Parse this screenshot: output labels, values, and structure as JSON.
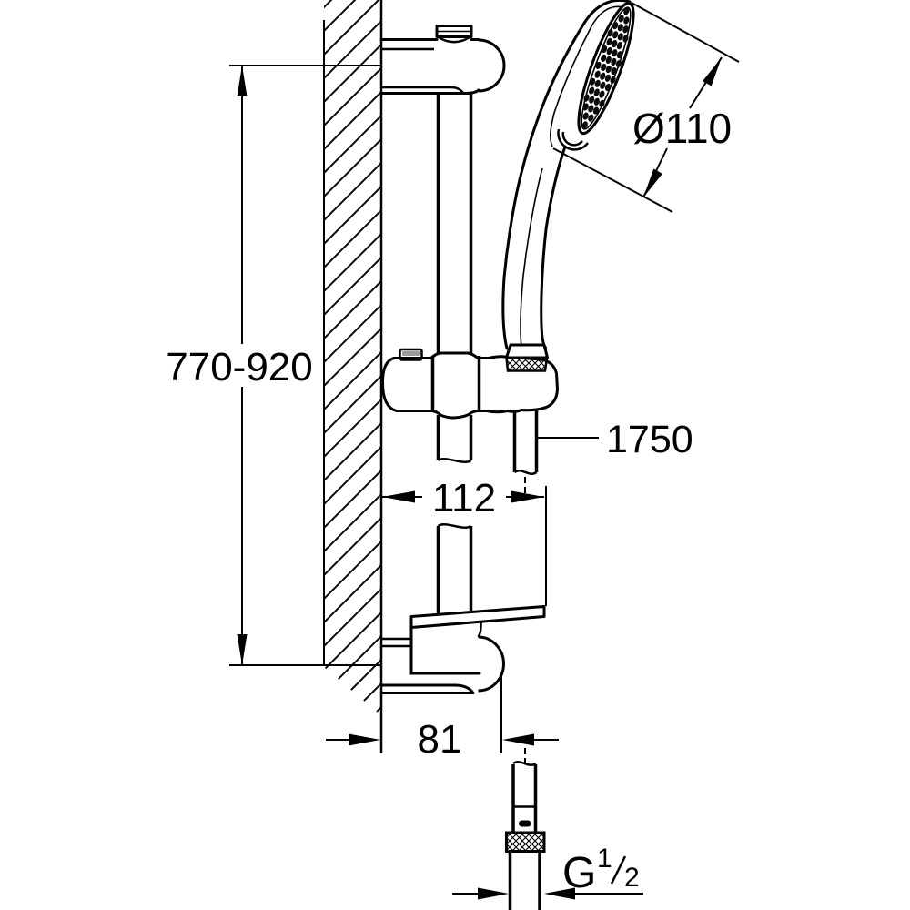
{
  "diagram": {
    "background_color": "#ffffff",
    "line_color": "#000000",
    "cap_fill_color": "#9a9a9a",
    "dimensions": {
      "rail_height": "770-920",
      "head_diameter": "Ø110",
      "hose_length": "1750",
      "holder_projection": "112",
      "bracket_projection": "81",
      "thread_letter": "G",
      "thread_numerator": "1",
      "thread_denominator": "2"
    }
  }
}
